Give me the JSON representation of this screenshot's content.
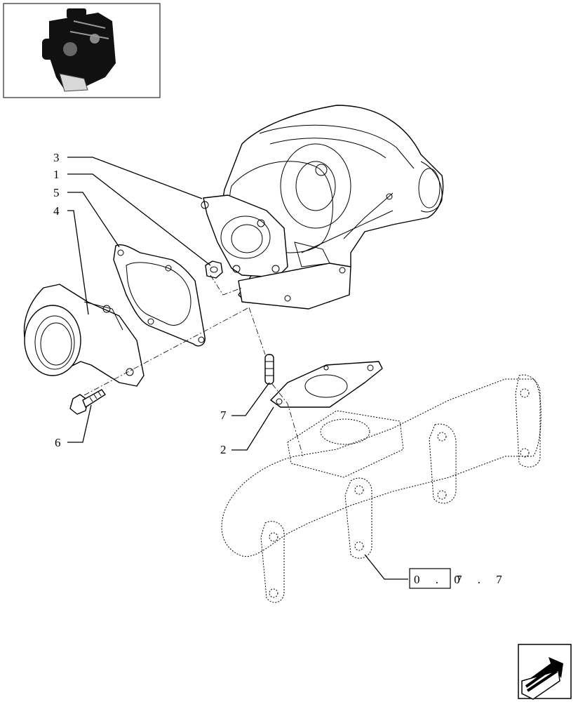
{
  "callouts": [
    {
      "id": "3",
      "text": "3"
    },
    {
      "id": "1",
      "text": "1"
    },
    {
      "id": "5",
      "text": "5"
    },
    {
      "id": "4",
      "text": "4"
    },
    {
      "id": "7",
      "text": "7"
    },
    {
      "id": "2",
      "text": "2"
    },
    {
      "id": "6",
      "text": "6"
    }
  ],
  "reference": {
    "boxed": "0 . 0",
    "rest": "7 . 7"
  },
  "colors": {
    "line": "#000000",
    "background": "#ffffff"
  },
  "icons": {
    "thumbnail": "engine-thumbnail-icon",
    "nav": "next-page-arrow-icon"
  }
}
